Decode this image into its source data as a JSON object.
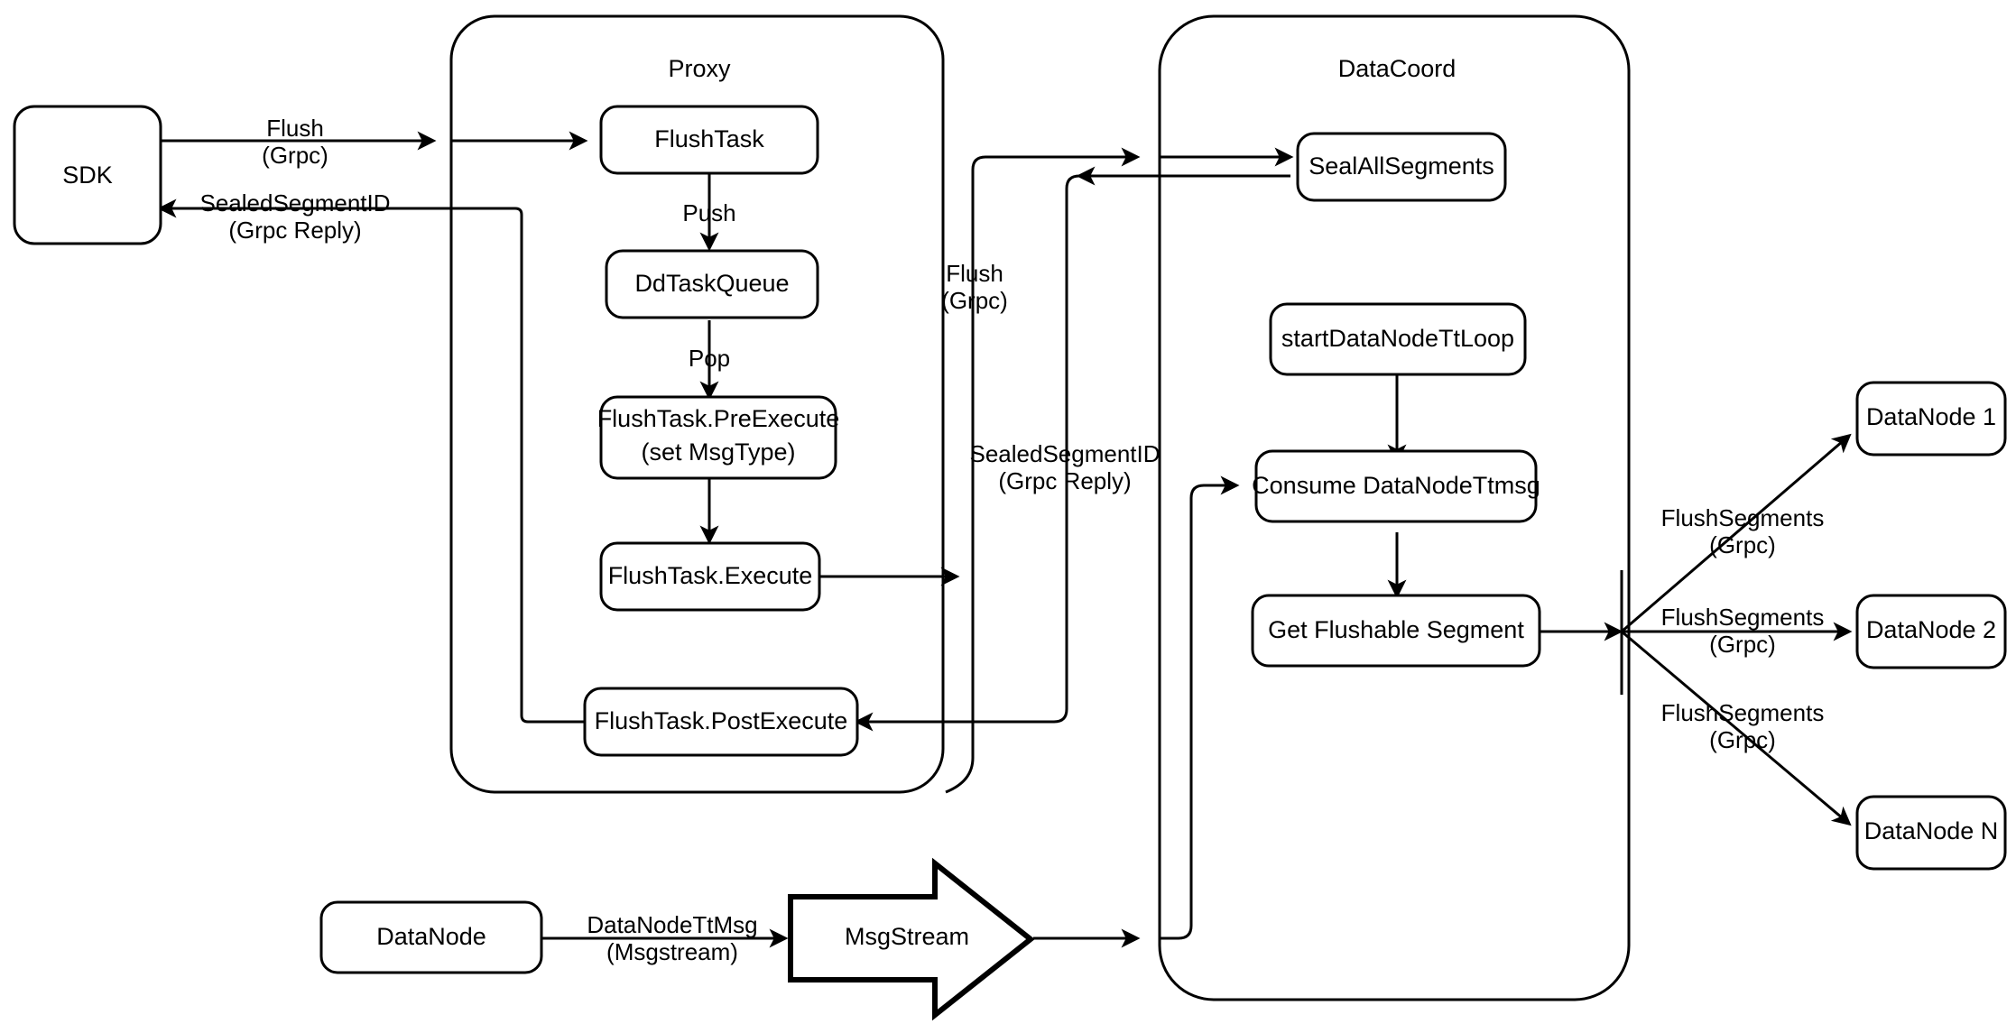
{
  "diagram": {
    "title": "Milvus Flush Request Flow",
    "background_color": "#ffffff",
    "stroke_color": "#000000",
    "containers": [
      {
        "id": "proxy",
        "label": "Proxy"
      },
      {
        "id": "datacoord",
        "label": "DataCoord"
      }
    ],
    "nodes": {
      "sdk": "SDK",
      "flush_task": "FlushTask",
      "dd_task_queue": "DdTaskQueue",
      "flush_task_preexecute_line1": "FlushTask.PreExecute",
      "flush_task_preexecute_line2": "(set MsgType)",
      "flush_task_execute": "FlushTask.Execute",
      "flush_task_postexecute": "FlushTask.PostExecute",
      "seal_all_segments": "SealAllSegments",
      "start_datanode_tt_loop": "startDataNodeTtLoop",
      "consume_datanode_ttmsg": "Consume DataNodeTtmsg",
      "get_flushable_segment": "Get Flushable Segment",
      "datanode_1": "DataNode 1",
      "datanode_2": "DataNode 2",
      "datanode_n": "DataNode N",
      "datanode_src": "DataNode",
      "msgstream": "MsgStream"
    },
    "edge_labels": {
      "sdk_to_proxy_l1": "Flush",
      "sdk_to_proxy_l2": "(Grpc)",
      "proxy_to_sdk_l1": "SealedSegmentID",
      "proxy_to_sdk_l2": "(Grpc Reply)",
      "push": "Push",
      "pop": "Pop",
      "proxy_to_coord_l1": "Flush",
      "proxy_to_coord_l2": "(Grpc)",
      "coord_to_proxy_l1": "SealedSegmentID",
      "coord_to_proxy_l2": "(Grpc Reply)",
      "flush_segments_1_l1": "FlushSegments",
      "flush_segments_1_l2": "(Grpc)",
      "flush_segments_2_l1": "FlushSegments",
      "flush_segments_2_l2": "(Grpc)",
      "flush_segments_n_l1": "FlushSegments",
      "flush_segments_n_l2": "(Grpc)",
      "datanode_ttmsg_l1": "DataNodeTtMsg",
      "datanode_ttmsg_l2": "(Msgstream)"
    }
  }
}
